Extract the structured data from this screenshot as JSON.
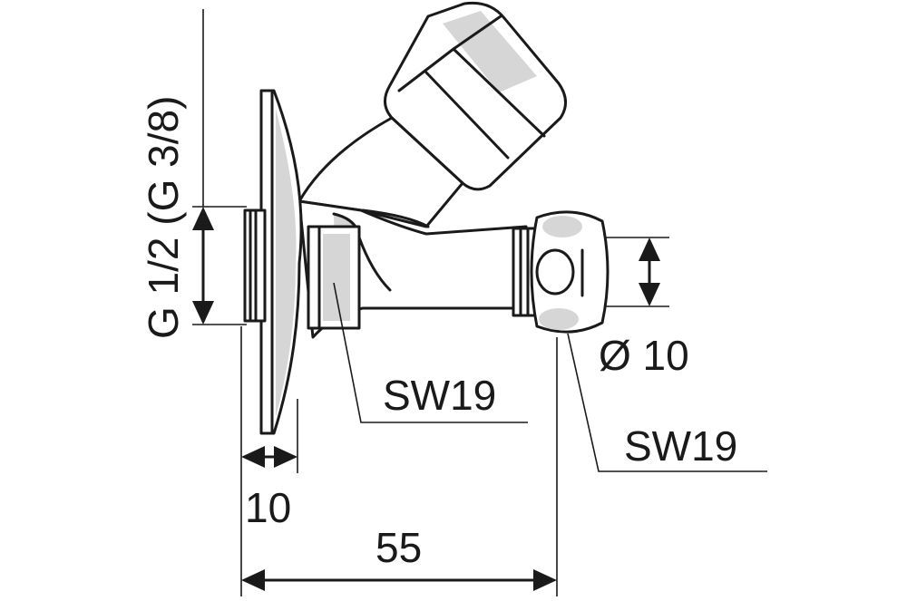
{
  "labels": {
    "thread": "G 1/2  (G 3/8)",
    "pipe_diameter": "Ø 10",
    "wrench_inlet": "SW19",
    "wrench_outlet": "SW19",
    "flange_thickness": "10",
    "overall_length": "55"
  }
}
